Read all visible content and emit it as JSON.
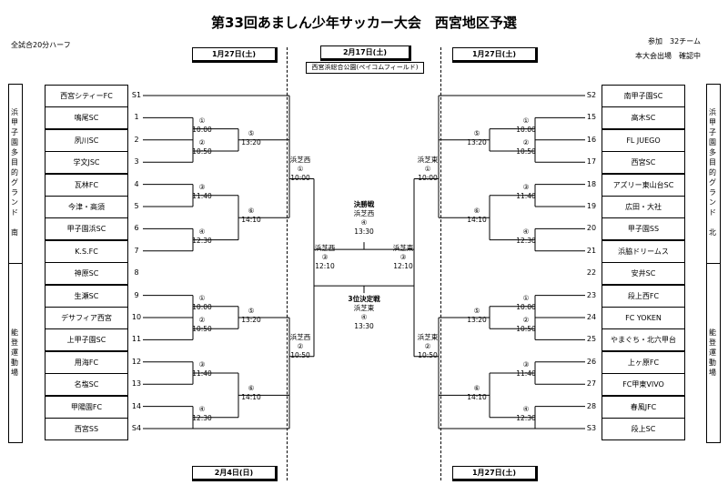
{
  "title": "第33回あましん少年サッカー大会　西宮地区予選",
  "header": {
    "format": "全試合20分ハーフ",
    "participants": "参加　32チーム",
    "note": "本大会出場　確認中"
  },
  "dates": {
    "top_left": "1月27日(土)",
    "top_center": "2月17日(土)",
    "top_right": "1月27日(土)",
    "bottom_left": "2月4日(日)",
    "bottom_right": "1月27日(土)"
  },
  "venue_center": "西宮浜総合公園(ペイコムフィールド)",
  "sidebars": {
    "left_top": [
      "浜",
      "甲",
      "子",
      "園",
      "多",
      "目",
      "的",
      "グ",
      "ラ",
      "ン",
      "ド",
      "",
      "南"
    ],
    "left_bottom": [
      "能",
      "登",
      "運",
      "動",
      "場"
    ],
    "right_top": [
      "浜",
      "甲",
      "子",
      "園",
      "多",
      "目",
      "的",
      "グ",
      "ラ",
      "ン",
      "ド",
      "",
      "北"
    ],
    "right_bottom": [
      "能",
      "登",
      "運",
      "動",
      "場"
    ]
  },
  "left_teams": [
    {
      "name": "西宮シティーFC",
      "seed": "S1"
    },
    {
      "name": "鳴尾SC",
      "seed": "1"
    },
    {
      "name": "夙川SC",
      "seed": "2"
    },
    {
      "name": "学文JSC",
      "seed": "3"
    },
    {
      "name": "瓦林FC",
      "seed": "4"
    },
    {
      "name": "今津・高須",
      "seed": "5"
    },
    {
      "name": "甲子園浜SC",
      "seed": "6"
    },
    {
      "name": "K.S.FC",
      "seed": "7"
    },
    {
      "name": "神原SC",
      "seed": "8"
    },
    {
      "name": "生瀬SC",
      "seed": "9"
    },
    {
      "name": "デサフィア西宮",
      "seed": "10"
    },
    {
      "name": "上甲子園SC",
      "seed": "11"
    },
    {
      "name": "用海FC",
      "seed": "12"
    },
    {
      "name": "名塩SC",
      "seed": "13"
    },
    {
      "name": "甲陽園FC",
      "seed": "14"
    },
    {
      "name": "西宮SS",
      "seed": "S4"
    }
  ],
  "right_teams": [
    {
      "name": "南甲子園SC",
      "seed": "S2"
    },
    {
      "name": "高木SC",
      "seed": "15"
    },
    {
      "name": "FL JUEGO",
      "seed": "16"
    },
    {
      "name": "西宮SC",
      "seed": "17"
    },
    {
      "name": "アズリー東山台SC",
      "seed": "18"
    },
    {
      "name": "広田・大社",
      "seed": "19"
    },
    {
      "name": "甲子園SS",
      "seed": "20"
    },
    {
      "name": "浜脇ドリームス",
      "seed": "21"
    },
    {
      "name": "安井SC",
      "seed": "22"
    },
    {
      "name": "段上西FC",
      "seed": "23"
    },
    {
      "name": "FC YOKEN",
      "seed": "24"
    },
    {
      "name": "やまぐち・北六甲台",
      "seed": "25"
    },
    {
      "name": "上ヶ原FC",
      "seed": "26"
    },
    {
      "name": "FC甲東VIVO",
      "seed": "27"
    },
    {
      "name": "春風JFC",
      "seed": "28"
    },
    {
      "name": "段上SC",
      "seed": "S3"
    }
  ],
  "matches": {
    "r1": [
      {
        "no": "①",
        "time": "10:00"
      },
      {
        "no": "②",
        "time": "10:50"
      },
      {
        "no": "③",
        "time": "11:40"
      },
      {
        "no": "④",
        "time": "12:30"
      }
    ],
    "r2": [
      {
        "no": "⑤",
        "time": "13:20"
      },
      {
        "no": "⑥",
        "time": "14:10"
      }
    ],
    "left_qf_top": {
      "venue": "浜芝西",
      "no": "①",
      "time": "10:00"
    },
    "left_qf_bottom": {
      "venue": "浜芝西",
      "no": "②",
      "time": "10:50"
    },
    "right_qf_top": {
      "venue": "浜芝東",
      "no": "①",
      "time": "10:00"
    },
    "right_qf_bottom": {
      "venue": "浜芝東",
      "no": "②",
      "time": "10:50"
    },
    "left_sf": {
      "venue": "浜芝西",
      "no": "③",
      "time": "12:10"
    },
    "right_sf": {
      "venue": "浜芝東",
      "no": "③",
      "time": "12:10"
    },
    "final": {
      "label": "決勝戦",
      "venue": "浜芝西",
      "no": "④",
      "time": "13:30"
    },
    "third": {
      "label": "3位決定戦",
      "venue": "浜芝東",
      "no": "④",
      "time": "13:30"
    }
  }
}
